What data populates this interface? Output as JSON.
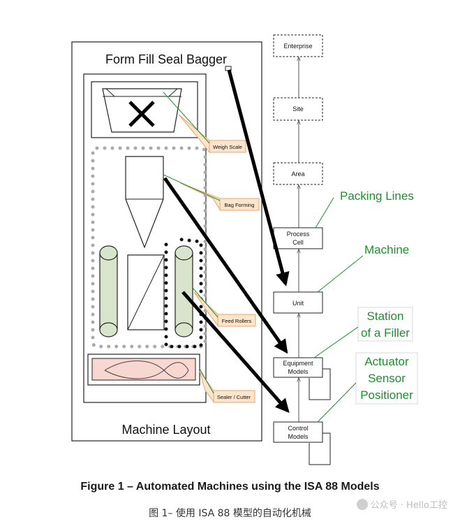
{
  "machine_layout": {
    "title": "Form Fill Seal Bagger",
    "footer": "Machine Layout",
    "callouts": {
      "weigh_scale": "Weigh Scale",
      "bag_forming": "Bag Forming",
      "feed_rollers": "Feed Rollers",
      "sealer_cutter": "Sealer / Cutter"
    }
  },
  "isa88_hierarchy": {
    "enterprise": "Enterprise",
    "site": "Site",
    "area": "Area",
    "process_cell_line1": "Process",
    "process_cell_line2": "Cell",
    "unit": "Unit",
    "equipment_line1": "Equipment",
    "equipment_line2": "Models",
    "control_line1": "Control",
    "control_line2": "Models"
  },
  "annotations": {
    "packing_lines": "Packing Lines",
    "machine": "Machine",
    "station_line1": "Station",
    "station_line2": "of a Filler",
    "actuator": "Actuator",
    "sensor": "Sensor",
    "positioner": "Positioner"
  },
  "colors": {
    "annotation_green": "#1e8f2e",
    "callout_fill": "#fde4cc",
    "roller_fill": "#d9e4cc",
    "sealer_fill": "#f8d7d0"
  },
  "caption": {
    "english": "Figure 1 – Automated Machines using the ISA 88 Models",
    "chinese": "图 1– 使用 ISA 88 模型的自动化机械"
  },
  "watermark": "公众号 · Hello工控"
}
